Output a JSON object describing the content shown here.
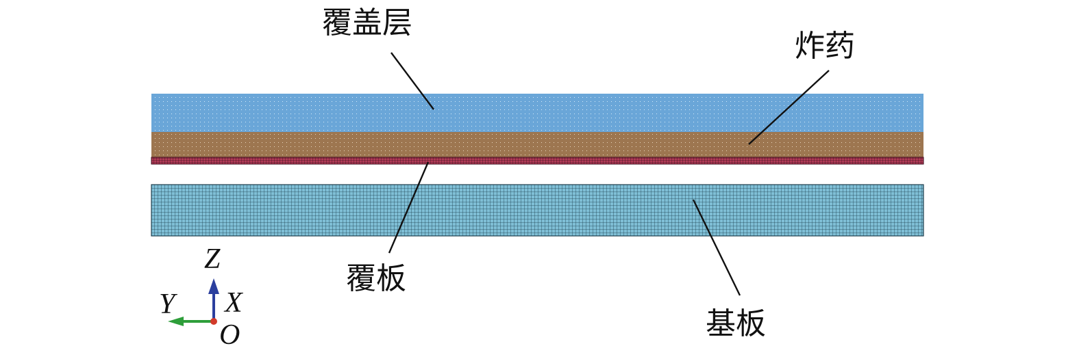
{
  "layers": {
    "cover_layer": {
      "label": "覆盖层",
      "color": "#6aa6d8"
    },
    "explosive": {
      "label": "炸药",
      "color": "#9d7650"
    },
    "flyer_plate": {
      "label": "覆板",
      "color": "#b23b57"
    },
    "base_plate": {
      "label": "基板",
      "color": "#7fbfd6"
    }
  },
  "axes": {
    "z": "Z",
    "y": "Y",
    "x": "X",
    "origin": "O"
  },
  "colors": {
    "z_axis": "#2b3f9e",
    "y_axis": "#2e9e3a",
    "origin": "#d23a2a",
    "leader": "#111111"
  }
}
